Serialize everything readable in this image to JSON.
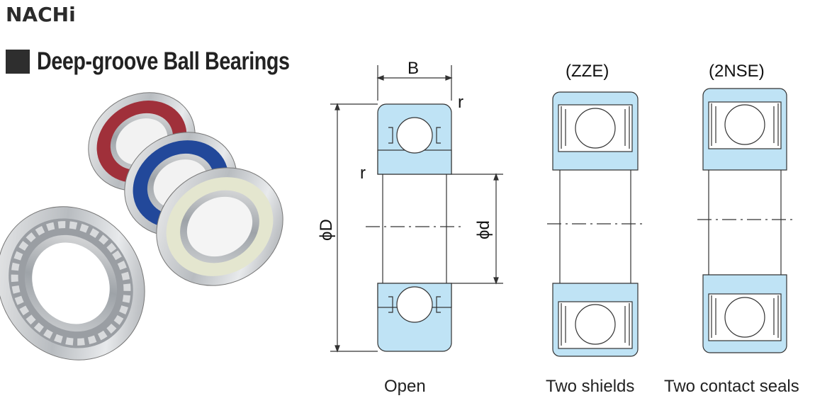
{
  "brand": {
    "logo_text": "NACHi"
  },
  "heading": {
    "title": "Deep-groove Ball Bearings"
  },
  "photo": {
    "icon": "bearing-product-photo"
  },
  "dimensions": {
    "width": "B",
    "radius_top": "r",
    "radius_side": "r",
    "outer_diameter": "ϕD",
    "inner_diameter": "ϕd"
  },
  "variants": [
    {
      "code": "",
      "caption": "Open"
    },
    {
      "code": "(ZZE)",
      "caption": "Two shields"
    },
    {
      "code": "(2NSE)",
      "caption": "Two contact seals"
    }
  ],
  "colors": {
    "ring_fill": "#bfe3f5",
    "line": "#333333"
  }
}
